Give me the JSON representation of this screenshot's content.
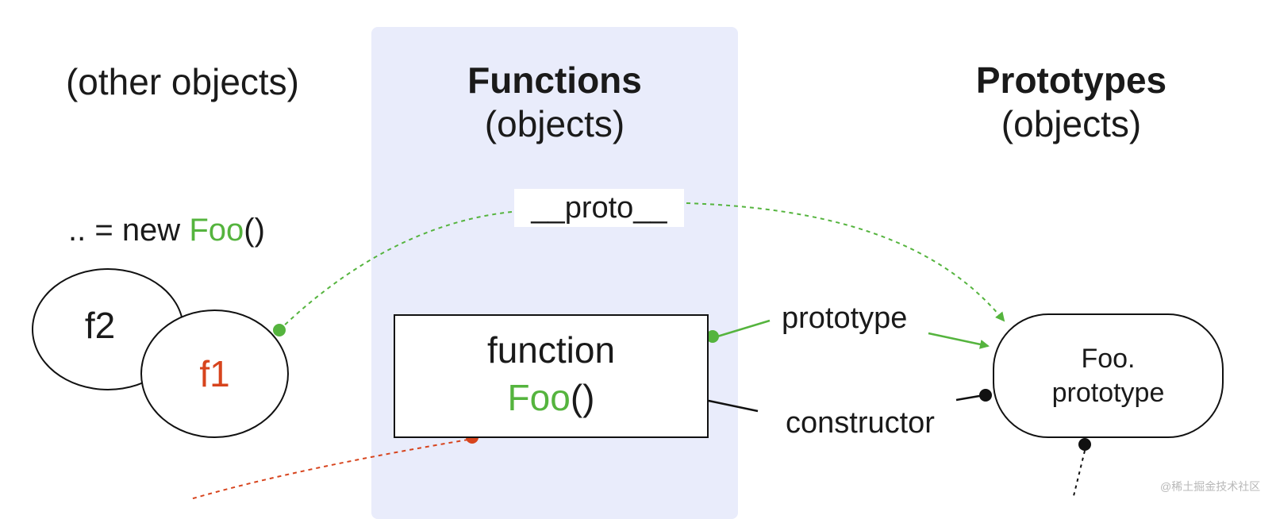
{
  "headers": {
    "other": "(other objects)",
    "functions_title": "Functions",
    "functions_sub": "(objects)",
    "prototypes_title": "Prototypes",
    "prototypes_sub": "(objects)"
  },
  "new_expr": {
    "prefix": ".. = new ",
    "name": "Foo",
    "suffix": "()"
  },
  "objects": {
    "f2": "f2",
    "f1": "f1"
  },
  "function_box": {
    "line1": "function",
    "name": "Foo",
    "suffix": "()"
  },
  "prototype_box": {
    "line1": "Foo.",
    "line2": "prototype"
  },
  "labels": {
    "proto": "__proto__",
    "prototype": "prototype",
    "constructor": "constructor"
  },
  "watermark": "@稀土掘金技术社区",
  "colors": {
    "panel": "#e9ecfb",
    "green": "#55b43e",
    "red": "#d7441d",
    "black": "#111111"
  }
}
